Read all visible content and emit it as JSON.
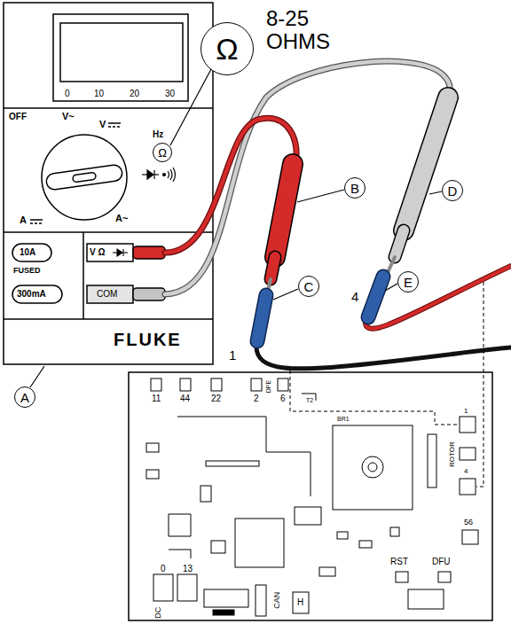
{
  "diagram": {
    "nodes": [
      {
        "text": [
          "Ω"
        ]
      },
      {
        "text": [
          "Ω"
        ]
      },
      {
        "text": [
          "A"
        ]
      },
      {
        "text": [
          "B"
        ]
      },
      {
        "text": [
          "C"
        ]
      },
      {
        "text": [
          "D"
        ]
      },
      {
        "text": [
          "E"
        ]
      }
    ],
    "labels": [
      "8-25 OHMS",
      "0",
      "10",
      "20",
      "30",
      "OFF",
      "V~",
      "V",
      "Hz",
      "A",
      "A~",
      "10A",
      "FUSED",
      "300mA",
      "V Ω",
      "COM",
      "FLUKE",
      "1",
      "4",
      "11",
      "44",
      "22",
      "2",
      "DPE",
      "6",
      "T2",
      "BR1",
      "1",
      "ROTOR",
      "4",
      "56",
      "RST",
      "DFU",
      "0",
      "13",
      "DC",
      "CAN",
      "H"
    ]
  }
}
